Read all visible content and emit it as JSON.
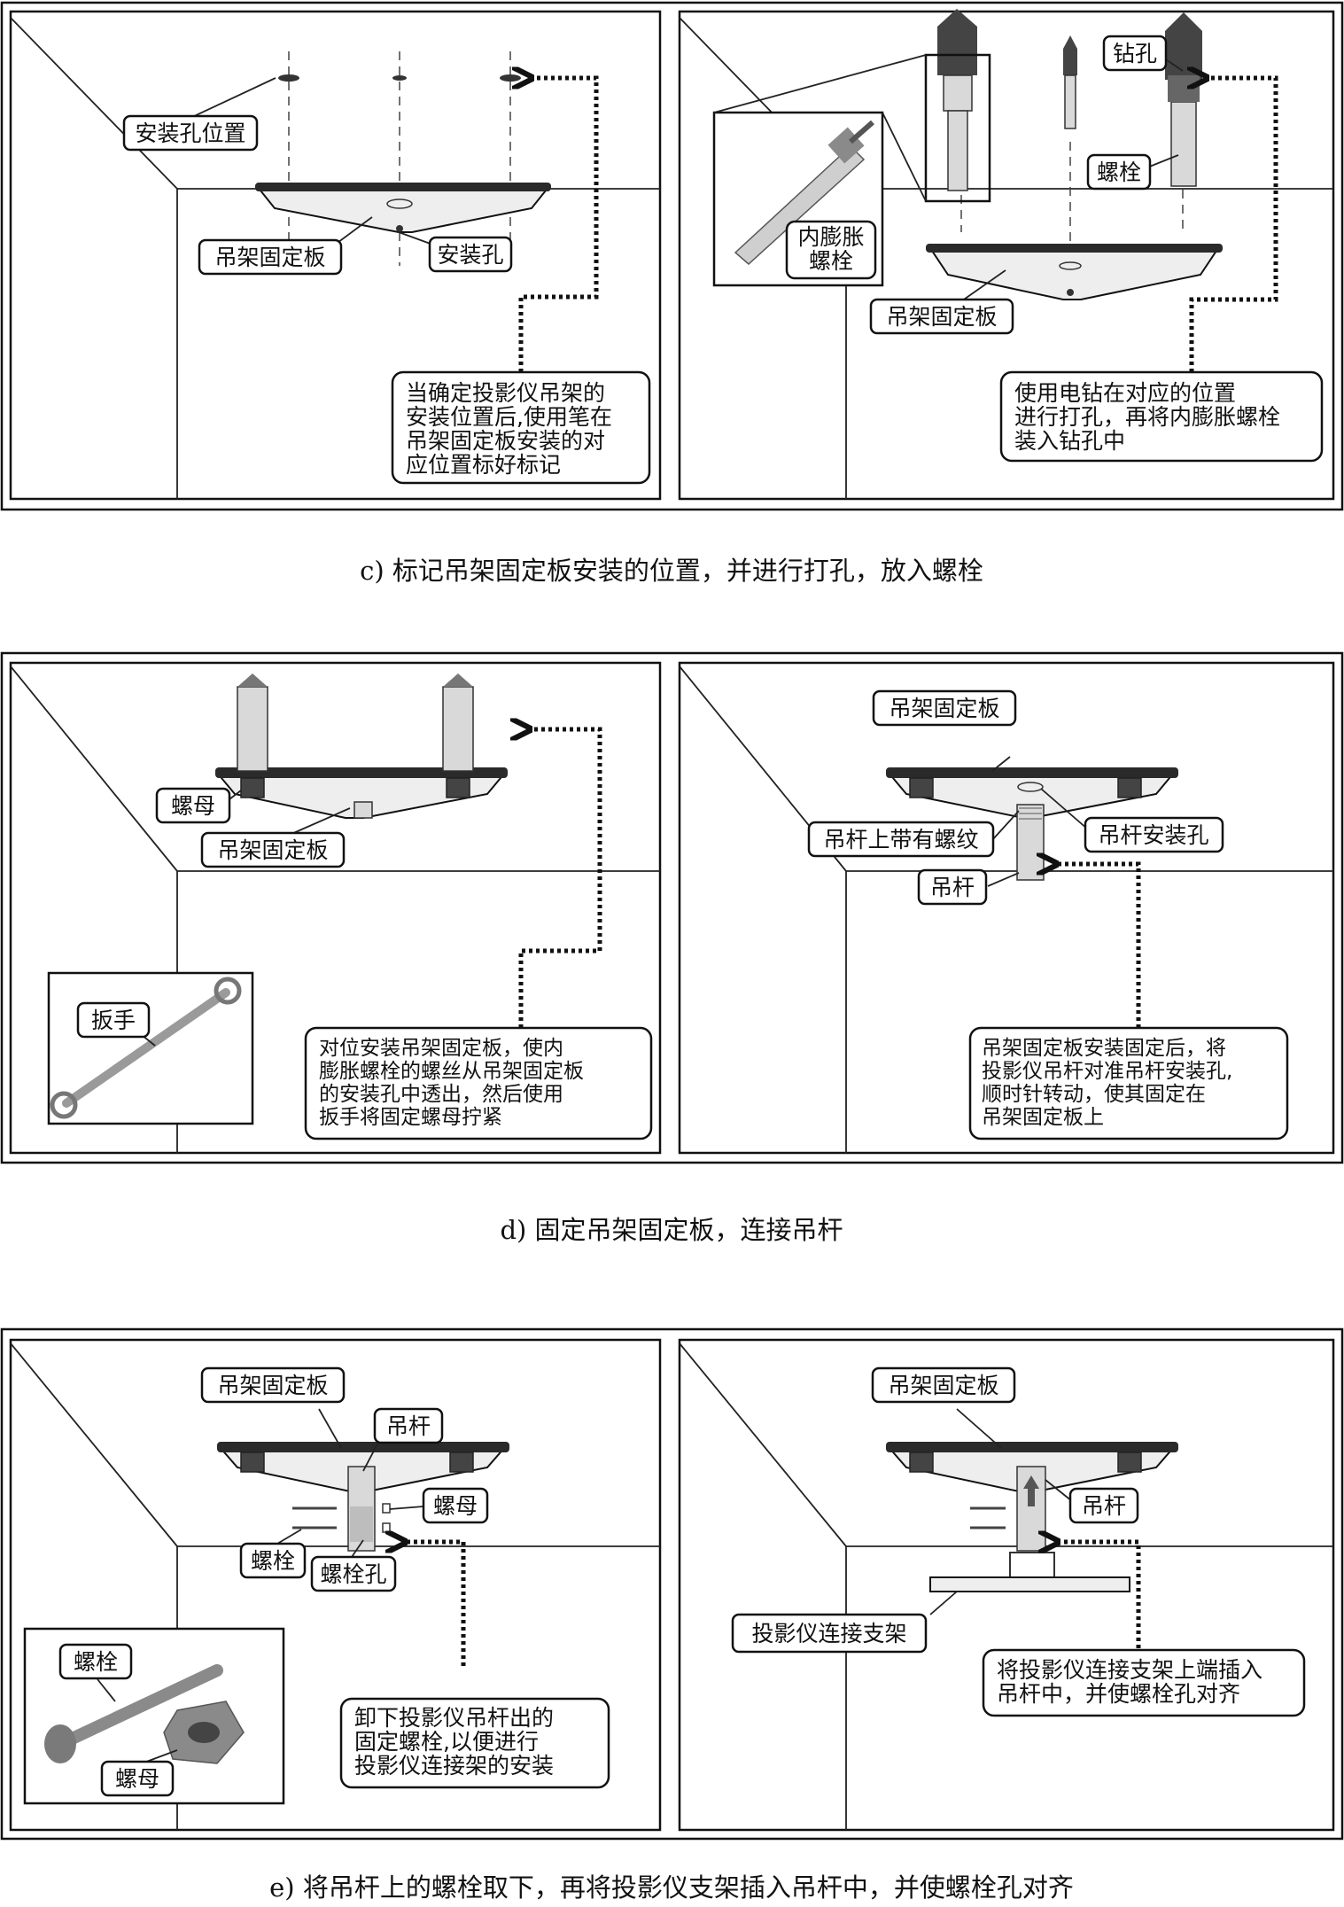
{
  "captions": {
    "c": "c) 标记吊架固定板安装的位置，并进行打孔，放入螺栓",
    "d": "d) 固定吊架固定板，连接吊杆",
    "e": "e) 将吊杆上的螺栓取下，再将投影仪支架插入吊杆中，并使螺栓孔对齐"
  },
  "panel_c_left": {
    "label_hole_position": "安装孔位置",
    "label_plate": "吊架固定板",
    "label_hole": "安装孔",
    "note": [
      "当确定投影仪吊架的",
      "安装位置后,使用笔在",
      "吊架固定板安装的对",
      "应位置标好标记"
    ]
  },
  "panel_c_right": {
    "label_drill_hole": "钻孔",
    "label_bolt": "螺栓",
    "label_expansion_bolt": [
      "内膨胀",
      "螺栓"
    ],
    "label_plate": "吊架固定板",
    "note": [
      "使用电钻在对应的位置",
      "进行打孔，再将内膨胀螺栓",
      "装入钻孔中"
    ]
  },
  "panel_d_left": {
    "label_nut": "螺母",
    "label_plate": "吊架固定板",
    "label_wrench": "扳手",
    "note": [
      "对位安装吊架固定板，使内",
      "膨胀螺栓的螺丝从吊架固定板",
      "的安装孔中透出，然后使用",
      "扳手将固定螺母拧紧"
    ]
  },
  "panel_d_right": {
    "label_plate": "吊架固定板",
    "label_thread": "吊杆上带有螺纹",
    "label_rod_hole": "吊杆安装孔",
    "label_rod": "吊杆",
    "note": [
      "吊架固定板安装固定后，将",
      "投影仪吊杆对准吊杆安装孔,",
      "顺时针转动，使其固定在",
      "吊架固定板上"
    ]
  },
  "panel_e_left": {
    "label_plate": "吊架固定板",
    "label_rod": "吊杆",
    "label_nut": "螺母",
    "label_bolt": "螺栓",
    "label_bolt_hole": "螺栓孔",
    "label_photo_bolt": "螺栓",
    "label_photo_nut": "螺母",
    "note": [
      "卸下投影仪吊杆出的",
      "固定螺栓,以便进行",
      "投影仪连接架的安装"
    ]
  },
  "panel_e_right": {
    "label_plate": "吊架固定板",
    "label_rod": "吊杆",
    "label_bracket": "投影仪连接支架",
    "note": [
      "将投影仪连接支架上端插入",
      "吊杆中，并使螺栓孔对齐"
    ]
  }
}
